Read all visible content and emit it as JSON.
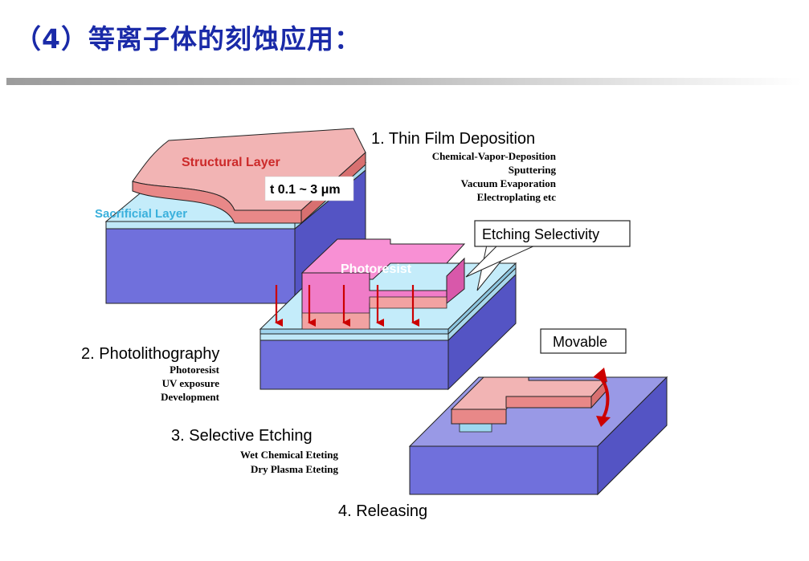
{
  "slide": {
    "title": "（4）等离子体的刻蚀应用："
  },
  "diagram": {
    "step1": {
      "title": "1. Thin Film Deposition",
      "methods": [
        "Chemical-Vapor-Deposition",
        "Sputtering",
        "Vacuum Evaporation",
        "Electroplating etc"
      ]
    },
    "step2": {
      "title": "2. Photolithography",
      "methods": [
        "Photoresist",
        "UV exposure",
        "Development"
      ]
    },
    "step3": {
      "title": "3. Selective Etching",
      "methods": [
        "Wet Chemical Eteting",
        "Dry Plasma Eteting"
      ]
    },
    "step4": {
      "title": "4. Releasing"
    },
    "labels": {
      "structural_layer": "Structural Layer",
      "sacrificial_layer": "Sacrificial Layer",
      "thickness": "t  0.1 ~ 3 μm",
      "photoresist": "Photoresist",
      "etching_selectivity": "Etching Selectivity",
      "movable": "Movable"
    },
    "colors": {
      "substrate_top": "#9999e6",
      "substrate_front": "#7070dc",
      "substrate_side": "#5454c4",
      "sacrificial": "#bfe8f8",
      "structural": "#f0a8a8",
      "photoresist": "#f07cc8",
      "arrow": "#cc0000",
      "title": "#1a2aa8",
      "label_red": "#cc2a2a",
      "label_cyan": "#3ab0dc"
    }
  }
}
